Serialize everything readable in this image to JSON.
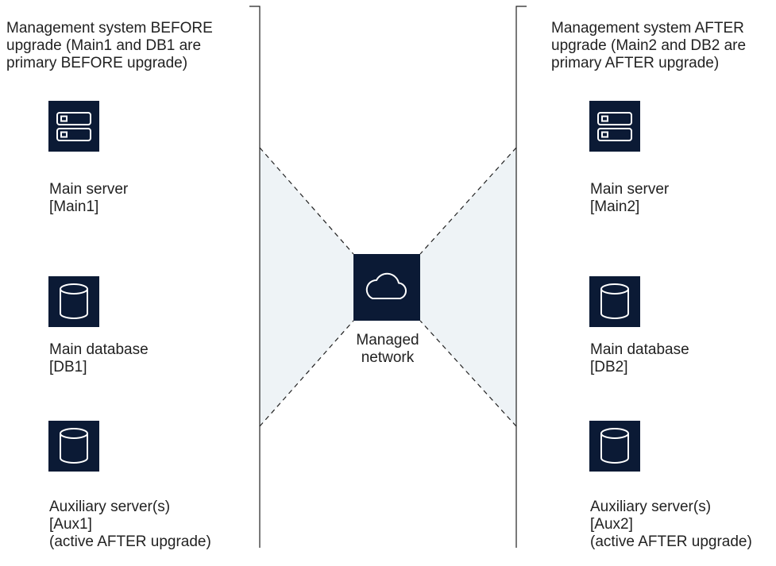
{
  "colors": {
    "icon_background": "#0b1a35",
    "icon_stroke": "#ffffff",
    "connection_fill": "#eef3f6",
    "line": "#222222"
  },
  "left_system": {
    "title": "Management system BEFORE\nupgrade (Main1 and DB1 are\nprimary BEFORE upgrade)",
    "main_server": {
      "icon": "server-icon",
      "label": "Main server\n[Main1]"
    },
    "main_database": {
      "icon": "database-icon",
      "label": "Main database\n[DB1]"
    },
    "auxiliary": {
      "icon": "database-icon",
      "label": "Auxiliary server(s)\n[Aux1]\n(active AFTER upgrade)"
    }
  },
  "right_system": {
    "title": "Management system AFTER\nupgrade (Main2 and DB2 are\nprimary AFTER upgrade)",
    "main_server": {
      "icon": "server-icon",
      "label": "Main server\n[Main2]"
    },
    "main_database": {
      "icon": "database-icon",
      "label": "Main database\n[DB2]"
    },
    "auxiliary": {
      "icon": "database-icon",
      "label": "Auxiliary server(s)\n[Aux2]\n(active AFTER upgrade)"
    }
  },
  "network": {
    "icon": "cloud-icon",
    "label": "Managed\nnetwork"
  }
}
